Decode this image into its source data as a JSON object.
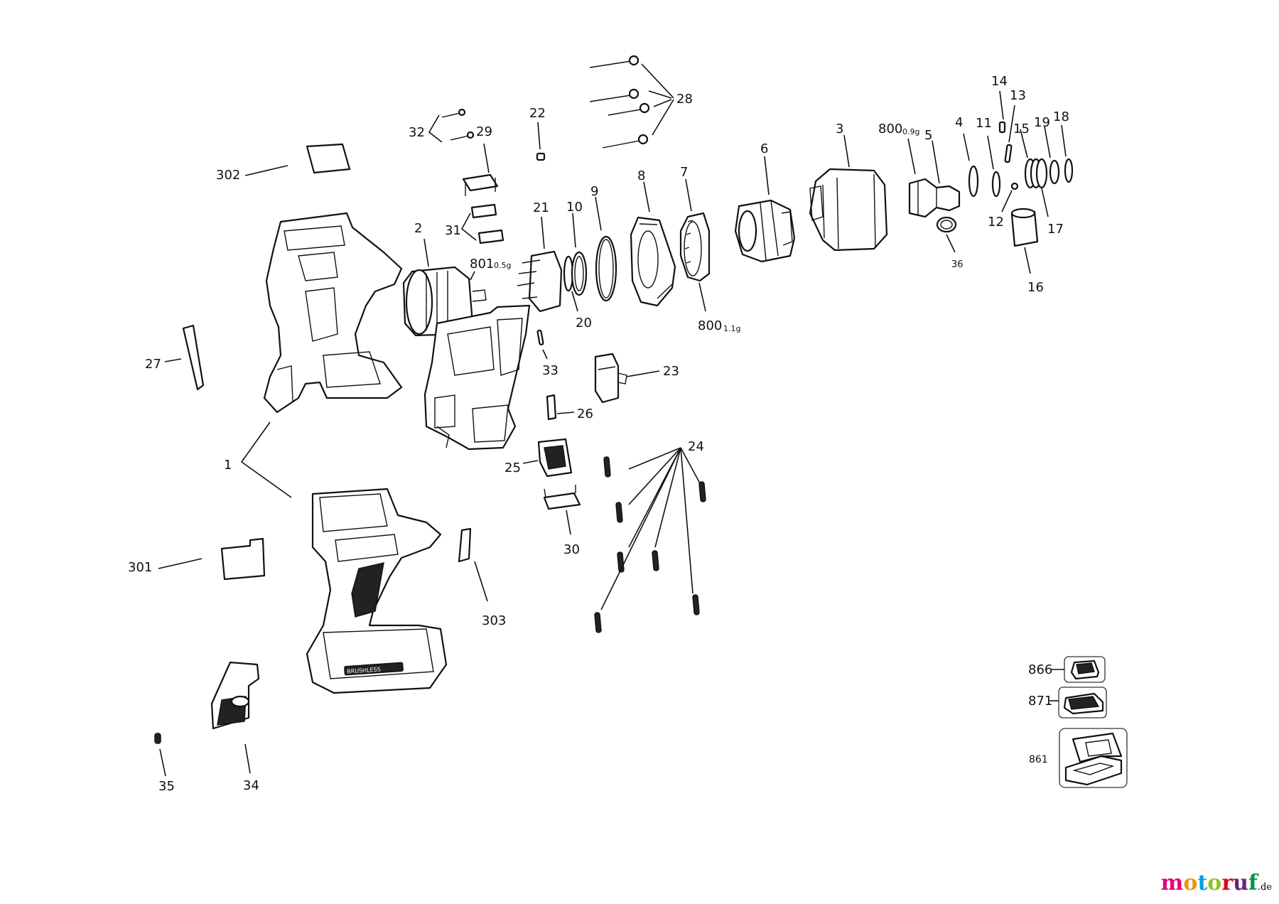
{
  "diagram": {
    "labels": {
      "l1": "1",
      "l2": "2",
      "l3": "3",
      "l4": "4",
      "l5": "5",
      "l6": "6",
      "l7": "7",
      "l8": "8",
      "l9": "9",
      "l10": "10",
      "l11": "11",
      "l12": "12",
      "l13": "13",
      "l14": "14",
      "l15": "15",
      "l16": "16",
      "l17": "17",
      "l18": "18",
      "l19": "19",
      "l20": "20",
      "l21": "21",
      "l22": "22",
      "l23": "23",
      "l24": "24",
      "l25": "25",
      "l26": "26",
      "l27": "27",
      "l28": "28",
      "l29": "29",
      "l30": "30",
      "l31": "31",
      "l32": "32",
      "l33": "33",
      "l34": "34",
      "l35": "35",
      "l36": "36",
      "l301": "301",
      "l302": "302",
      "l303": "303",
      "l800a": "800",
      "l800a_w": "0.9g",
      "l800b": "800",
      "l800b_w": "1.1g",
      "l801": "801",
      "l801_w": "0.5g",
      "l861": "861",
      "l866": "866",
      "l871": "871",
      "badge": "BRUSHLESS"
    }
  },
  "watermark": {
    "name": "motoruf",
    "suffix": ".de",
    "colors": [
      "#e4007c",
      "#f39200",
      "#009fe3",
      "#95c11f",
      "#e30613",
      "#662483",
      "#009640"
    ]
  }
}
